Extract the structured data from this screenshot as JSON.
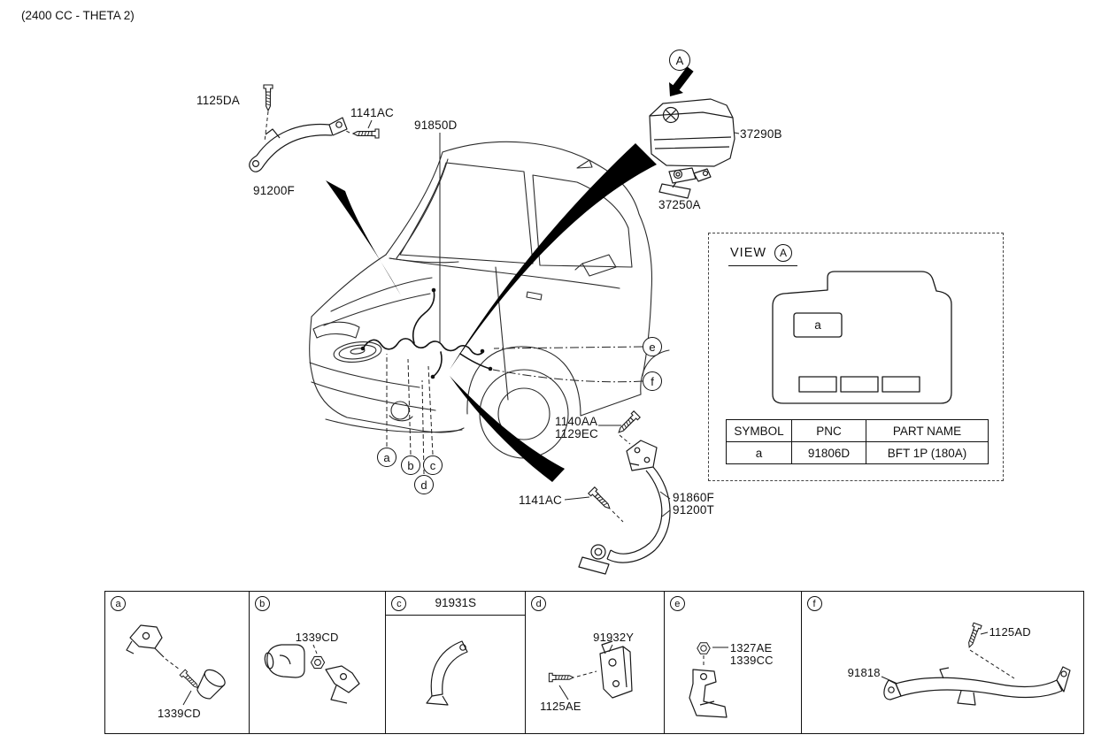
{
  "page": {
    "title": "(2400 CC - THETA 2)"
  },
  "labels": {
    "b1125DA": "1125DA",
    "b1141AC_top": "1141AC",
    "h91850D": "91850D",
    "c91200F": "91200F",
    "c37290B": "37290B",
    "t37250A": "37250A",
    "b1140AA": "1140AA",
    "b1129EC": "1129EC",
    "b1141AC_btm": "1141AC",
    "c91860F": "91860F",
    "c91200T": "91200T"
  },
  "callouts": {
    "A": "A",
    "a": "a",
    "b": "b",
    "c": "c",
    "d": "d",
    "e": "e",
    "f": "f"
  },
  "view_a": {
    "title": "VIEW",
    "callout": "A",
    "symbol_label": "a",
    "table": {
      "headers": [
        "SYMBOL",
        "PNC",
        "PART NAME"
      ],
      "row": {
        "symbol": "a",
        "pnc": "91806D",
        "part_name": "BFT 1P (180A)"
      }
    }
  },
  "bottom_table": {
    "cells": [
      {
        "letter": "a",
        "labels": {
          "l1": "1339CD"
        }
      },
      {
        "letter": "b",
        "labels": {
          "l1": "1339CD"
        }
      },
      {
        "letter": "c",
        "header": "91931S"
      },
      {
        "letter": "d",
        "labels": {
          "l1": "91932Y",
          "l2": "1125AE"
        }
      },
      {
        "letter": "e",
        "labels": {
          "l1": "1327AE",
          "l2": "1339CC"
        }
      },
      {
        "letter": "f",
        "labels": {
          "l1": "1125AD",
          "l2": "91818"
        }
      }
    ]
  }
}
